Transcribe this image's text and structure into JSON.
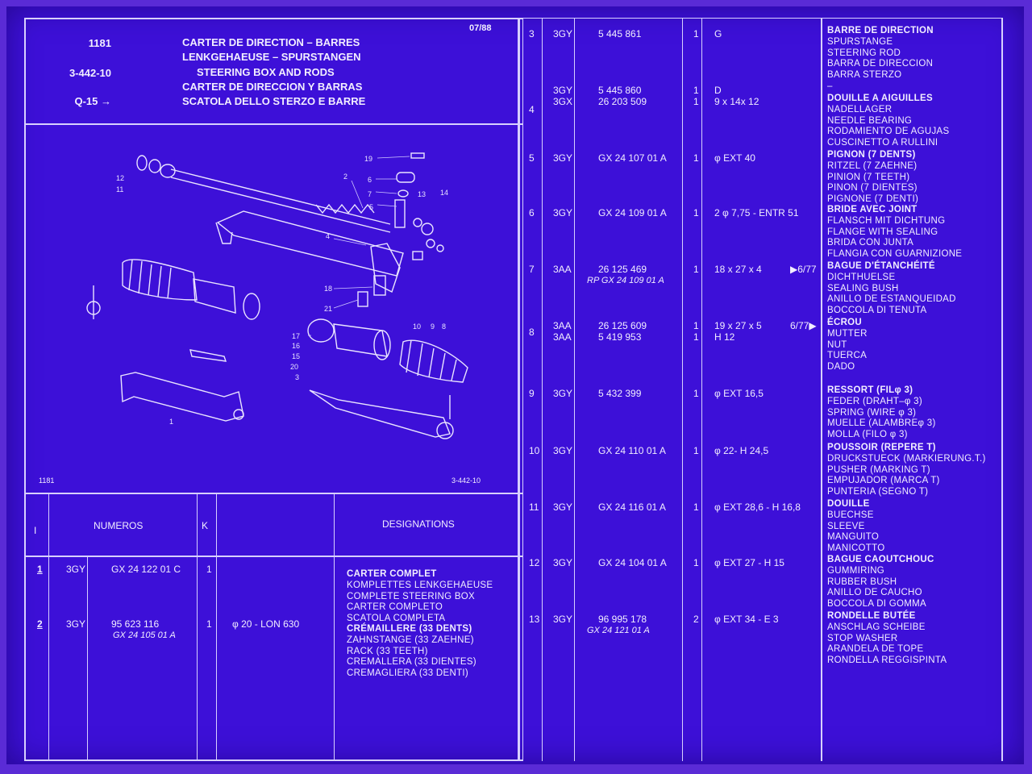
{
  "header": {
    "code": "1181",
    "sub": "3-442-10",
    "ref": "Q-15 →",
    "date": "07/88",
    "titles": [
      "CARTER DE DIRECTION – BARRES",
      "LENKGEHAEUSE – SPURSTANGEN",
      "STEERING BOX AND RODS",
      "CARTER DE DIRECCION Y BARRAS",
      "SCATOLA DELLO STERZO E BARRE"
    ]
  },
  "diagram": {
    "code_left": "1181",
    "code_right": "3-442-10",
    "callouts": [
      "19",
      "2",
      "6",
      "7",
      "13",
      "5",
      "14",
      "12",
      "11",
      "4",
      "18",
      "21",
      "10",
      "9",
      "8",
      "17",
      "16",
      "15",
      "20",
      "3",
      "1"
    ]
  },
  "table_header": {
    "col_i": "I",
    "col_numeros": "NUMEROS",
    "col_k": "K",
    "col_designations": "DESIGNATIONS"
  },
  "rows": [
    {
      "item": "1",
      "prefix": [
        "3GY"
      ],
      "numbers": [
        "GX  24  122  01  C"
      ],
      "alt_number": "",
      "qty": [
        "1"
      ],
      "spec": [
        "",
        ""
      ],
      "date": "",
      "desc": [
        "CARTER COMPLET",
        "KOMPLETTES LENKGEHAEUSE",
        "COMPLETE STEERING BOX",
        "CARTER COMPLETO",
        "SCATOLA COMPLETA"
      ]
    },
    {
      "item": "2",
      "prefix": [
        "3GY"
      ],
      "numbers": [
        "95  623  116"
      ],
      "alt_number": "GX  24  105  01  A",
      "qty": [
        "1"
      ],
      "spec": [
        "φ 20 - LON 630",
        ""
      ],
      "date": "",
      "desc": [
        "CRÉMAILLERE (33 DENTS)",
        "ZAHNSTANGE (33 ZAEHNE)",
        "RACK (33 TEETH)",
        "CREMALLERA (33 DIENTES)",
        "CREMAGLIERA (33 DENTI)"
      ]
    },
    {
      "item": "3",
      "prefix": [
        "3GY",
        "3GY"
      ],
      "numbers": [
        "5  445  861",
        "5  445  860"
      ],
      "alt_number": "",
      "qty": [
        "1",
        "1"
      ],
      "spec": [
        "G",
        "D"
      ],
      "date": "",
      "desc": [
        "BARRE DE DIRECTION",
        "SPURSTANGE",
        "STEERING ROD",
        "BARRA DE DIRECCION",
        "BARRA STERZO",
        "–"
      ]
    },
    {
      "item": "4",
      "prefix": [
        "3GX"
      ],
      "numbers": [
        "26  203  509"
      ],
      "alt_number": "",
      "qty": [
        "1"
      ],
      "spec": [
        "9 x 14x 12",
        ""
      ],
      "date": "",
      "desc": [
        "DOUILLE A AIGUILLES",
        "NADELLAGER",
        "NEEDLE BEARING",
        "RODAMIENTO DE AGUJAS",
        "CUSCINETTO A RULLINI"
      ]
    },
    {
      "item": "5",
      "prefix": [
        "3GY"
      ],
      "numbers": [
        "GX  24  107  01  A"
      ],
      "alt_number": "",
      "qty": [
        "1"
      ],
      "spec": [
        "φ  EXT 40",
        ""
      ],
      "date": "",
      "desc": [
        "PIGNON (7 DENTS)",
        "RITZEL (7 ZAEHNE)",
        "PINION (7 TEETH)",
        "PINON (7 DIENTES)",
        "PIGNONE (7 DENTI)"
      ]
    },
    {
      "item": "6",
      "prefix": [
        "3GY"
      ],
      "numbers": [
        "GX  24  109  01  A"
      ],
      "alt_number": "",
      "qty": [
        "1"
      ],
      "spec": [
        "2 φ 7,75 - ENTR 51",
        ""
      ],
      "date": "",
      "desc": [
        "BRIDE AVEC JOINT",
        "FLANSCH MIT DICHTUNG",
        "FLANGE WITH SEALING",
        "BRIDA CON JUNTA",
        "FLANGIA CON GUARNIZIONE"
      ]
    },
    {
      "item": "7",
      "prefix": [
        "3AA"
      ],
      "numbers": [
        "26  125  469"
      ],
      "alt_number": "RP  GX  24  109 01  A",
      "qty": [
        "1"
      ],
      "spec": [
        "18 x 27 x 4",
        ""
      ],
      "date": "▶6/77",
      "desc": [
        "BAGUE D'ÉTANCHÉITÉ",
        "DICHTHUELSE",
        "SEALING BUSH",
        "ANILLO DE ESTANQUEIDAD",
        "BOCCOLA DI TENUTA",
        "–"
      ]
    },
    {
      "item": "8",
      "prefix": [
        "3AA",
        "3AA"
      ],
      "numbers": [
        "26  125  609",
        "5  419  953"
      ],
      "alt_number": "",
      "qty": [
        "1",
        "1"
      ],
      "spec": [
        "19 x 27 x 5",
        "H 12"
      ],
      "date": "6/77▶",
      "desc": [
        "ÉCROU",
        "MUTTER",
        "NUT",
        "TUERCA",
        "DADO"
      ]
    },
    {
      "item": "9",
      "prefix": [
        "3GY"
      ],
      "numbers": [
        "5  432  399"
      ],
      "alt_number": "",
      "qty": [
        "1"
      ],
      "spec": [
        "φ  EXT 16,5",
        ""
      ],
      "date": "",
      "desc": [
        "RESSORT (FILφ 3)",
        "FEDER (DRAHT–φ 3)",
        "SPRING (WIRE φ 3)",
        "MUELLE (ALAMBREφ 3)",
        "MOLLA (FILO φ 3)"
      ]
    },
    {
      "item": "10",
      "prefix": [
        "3GY"
      ],
      "numbers": [
        "GX  24  110  01  A"
      ],
      "alt_number": "",
      "qty": [
        "1"
      ],
      "spec": [
        "φ 22- H 24,5",
        ""
      ],
      "date": "",
      "desc": [
        "POUSSOIR (REPERE T)",
        "DRUCKSTUECK (MARKIERUNG.T.)",
        "PUSHER (MARKING T)",
        "EMPUJADOR (MARCA T)",
        "PUNTERIA (SEGNO T)"
      ]
    },
    {
      "item": "11",
      "prefix": [
        "3GY"
      ],
      "numbers": [
        "GX  24  116  01  A"
      ],
      "alt_number": "",
      "qty": [
        "1"
      ],
      "spec": [
        "φ EXT 28,6 - H 16,8",
        ""
      ],
      "date": "",
      "desc": [
        "DOUILLE",
        "BUECHSE",
        "SLEEVE",
        "MANGUITO",
        "MANICOTTO"
      ]
    },
    {
      "item": "12",
      "prefix": [
        "3GY"
      ],
      "numbers": [
        "GX  24  104  01  A"
      ],
      "alt_number": "",
      "qty": [
        "1"
      ],
      "spec": [
        "φ EXT 27 - H 15",
        ""
      ],
      "date": "",
      "desc": [
        "BAGUE CAOUTCHOUC",
        "GUMMIRING",
        "RUBBER BUSH",
        "ANILLO DE CAUCHO",
        "BOCCOLA DI GOMMA"
      ]
    },
    {
      "item": "13",
      "prefix": [
        "3GY"
      ],
      "numbers": [
        "96  995  178"
      ],
      "alt_number": "GX  24  121  01  A",
      "qty": [
        "2"
      ],
      "spec": [
        "φ EXT 34 - E 3",
        ""
      ],
      "date": "",
      "desc": [
        "RONDELLE BUTÉE",
        "ANSCHLAG SCHEIBE",
        "STOP WASHER",
        "ARANDELA DE TOPE",
        "RONDELLA REGGISPINTA"
      ]
    }
  ]
}
